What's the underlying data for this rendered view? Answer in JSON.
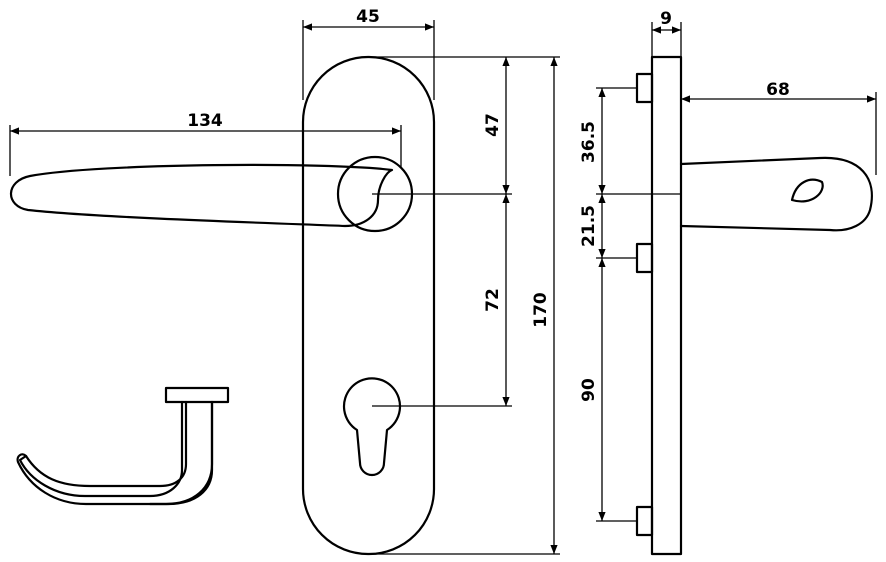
{
  "drawing": {
    "dimensions": {
      "lever_length": "134",
      "plate_width": "45",
      "plate_height": "170",
      "top_to_spindle": "47",
      "spindle_to_keyhole": "72",
      "plate_thickness": "9",
      "projection": "68",
      "top_to_spindle_side": "36.5",
      "spindle_to_fixing": "21.5",
      "fixing_spacing": "90"
    }
  }
}
